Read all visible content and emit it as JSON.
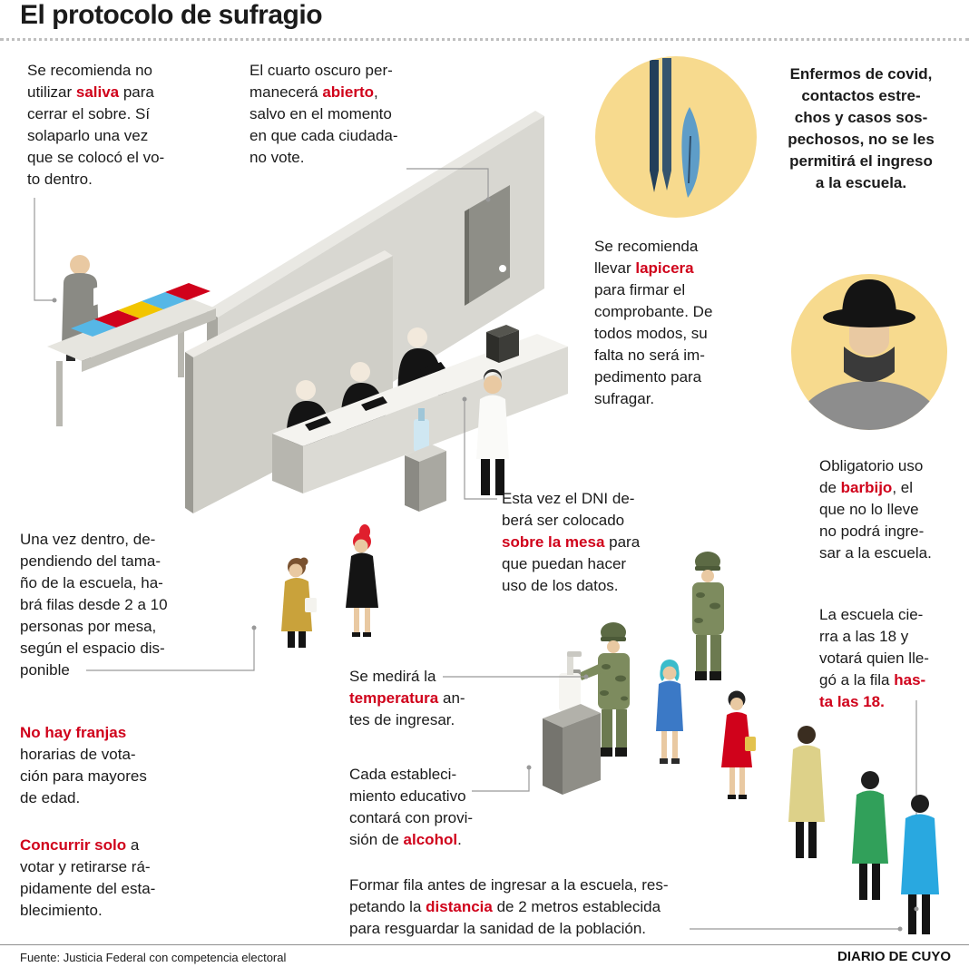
{
  "title": "El protocolo de sufragio",
  "footer": {
    "source": "Fuente: Justicia Federal con competencia electoral",
    "brand": "DIARIO DE CUYO"
  },
  "colors": {
    "accent_red": "#d0021b",
    "circle_yellow": "#f7da8e",
    "wall_gray": "#d8d7d1",
    "text": "#1b1b1b",
    "connector": "#999999"
  },
  "icons": {
    "pen_circle": "pencil-and-pen-icon",
    "mask_circle": "man-with-hat-and-face-mask-icon"
  },
  "blocks": {
    "saliva": {
      "pre": "Se recomienda no\nutilizar ",
      "hl": "saliva",
      "post": " para\ncerrar el sobre. Sí\nsolaparlo una vez\nque se colocó el vo-\nto dentro."
    },
    "cuarto": {
      "pre": "El cuarto oscuro per-\nmanecerá ",
      "hl": "abierto",
      "post": ",\nsalvo en el momento\nen que cada ciudada-\nno vote."
    },
    "lapicera": {
      "pre": "Se recomienda\nllevar ",
      "hl": "lapicera",
      "post": "\npara firmar el\ncomprobante. De\ntodos modos, su\nfalta no será im-\npedimento para\nsufragar."
    },
    "covid": {
      "text": "Enfermos de covid,\ncontactos estre-\nchos y casos sos-\npechosos, no se les\npermitirá el ingreso\na la escuela."
    },
    "barbijo": {
      "pre": "Obligatorio uso\nde ",
      "hl": "barbijo",
      "post": ", el\nque no lo lleve\nno podrá ingre-\nsar a la escuela."
    },
    "cierre": {
      "pre": "La escuela cie-\nrra a las 18 y\nvotará quien lle-\ngó a la fila ",
      "hl": "has-\nta las 18.",
      "post": ""
    },
    "dni": {
      "pre": "Esta vez el DNI de-\nberá ser colocado\n",
      "hl": "sobre la mesa",
      "post": " para\nque puedan hacer\nuso de los datos."
    },
    "filas": {
      "text": "Una vez dentro, de-\npendiendo del tama-\nño de la escuela, ha-\nbrá filas desde 2 a 10\npersonas por mesa,\nsegún el espacio dis-\nponible"
    },
    "franjas": {
      "hl": "No hay franjas",
      "post": "\nhorarias de vota-\nción para mayores\nde edad."
    },
    "solo": {
      "hl": "Concurrir solo",
      "post": " a\nvotar y retirarse rá-\npidamente del esta-\nblecimiento."
    },
    "temperatura": {
      "pre": "Se medirá la\n",
      "hl": "temperatura",
      "post": " an-\ntes de ingresar."
    },
    "alcohol": {
      "pre": "Cada estableci-\nmiento educativo\ncontará con provi-\nsión de ",
      "hl": "alcohol",
      "post": "."
    },
    "fila": {
      "pre": "Formar fila antes de ingresar a la escuela, res-\npetando la ",
      "hl": "distancia",
      "post": " de 2 metros establecida\npara resguardar la sanidad de la población."
    }
  }
}
